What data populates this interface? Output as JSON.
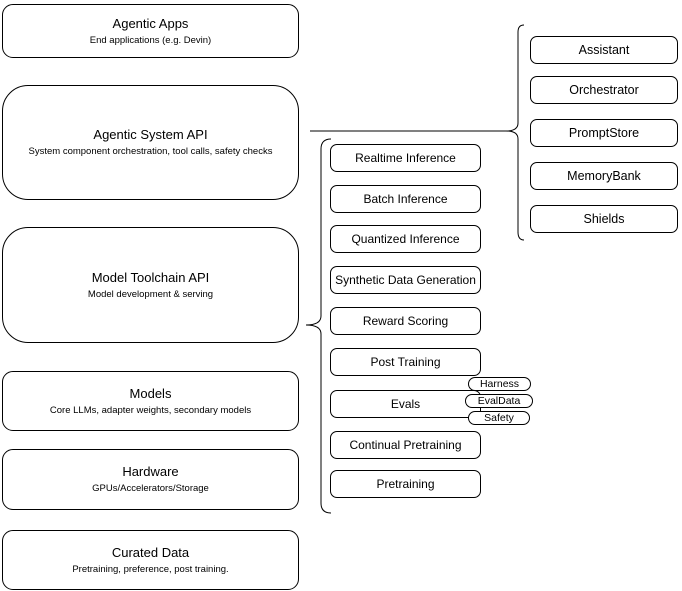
{
  "diagram": {
    "left_stack": [
      {
        "title": "Agentic Apps",
        "subtitle": "End applications (e.g. Devin)"
      },
      {
        "title": "Agentic System API",
        "subtitle": "System component orchestration, tool calls, safety checks"
      },
      {
        "title": "Model Toolchain API",
        "subtitle": "Model development & serving"
      },
      {
        "title": "Models",
        "subtitle": "Core LLMs, adapter weights, secondary models"
      },
      {
        "title": "Hardware",
        "subtitle": "GPUs/Accelerators/Storage"
      },
      {
        "title": "Curated Data",
        "subtitle": "Pretraining, preference, post training."
      }
    ],
    "toolchain_items": [
      "Realtime Inference",
      "Batch Inference",
      "Quantized Inference",
      "Synthetic Data Generation",
      "Reward Scoring",
      "Post Training",
      "Evals",
      "Continual Pretraining",
      "Pretraining"
    ],
    "evals_tags": [
      "Harness",
      "EvalData",
      "Safety"
    ],
    "system_components": [
      "Assistant",
      "Orchestrator",
      "PromptStore",
      "MemoryBank",
      "Shields"
    ],
    "colors": {
      "stroke": "#000000",
      "fill": "#ffffff",
      "text": "#000000",
      "background": "#ffffff"
    }
  }
}
